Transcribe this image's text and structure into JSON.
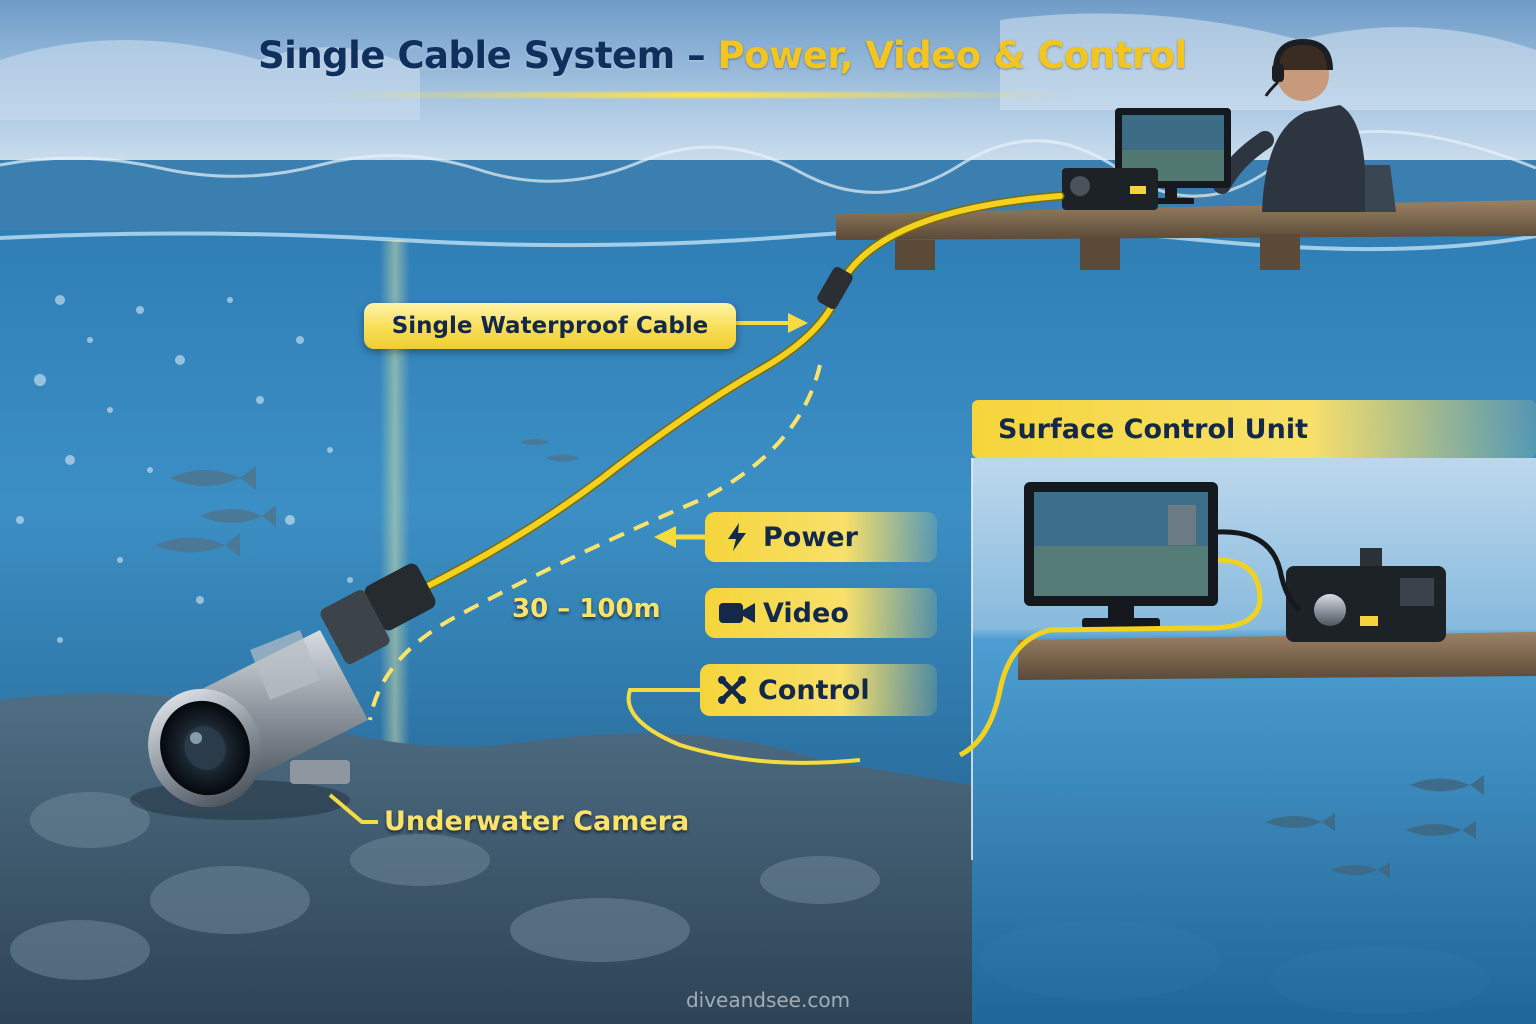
{
  "title": {
    "part1": "Single Cable System – ",
    "part2": "Power, Video & Control"
  },
  "labels": {
    "cable": "Single Waterproof Cable",
    "surface_unit": "Surface Control Unit",
    "power": "Power",
    "video": "Video",
    "control": "Control",
    "length": "30 – 100m",
    "camera": "Underwater Camera"
  },
  "icons": {
    "power": "lightning-bolt-icon",
    "video": "video-camera-icon",
    "control": "crossed-tools-icon"
  },
  "colors": {
    "accent": "#f2c521",
    "cable": "#f2d21e",
    "water": "#1f6aa0",
    "text_dark": "#14284a"
  },
  "watermark": "diveandsee.com"
}
